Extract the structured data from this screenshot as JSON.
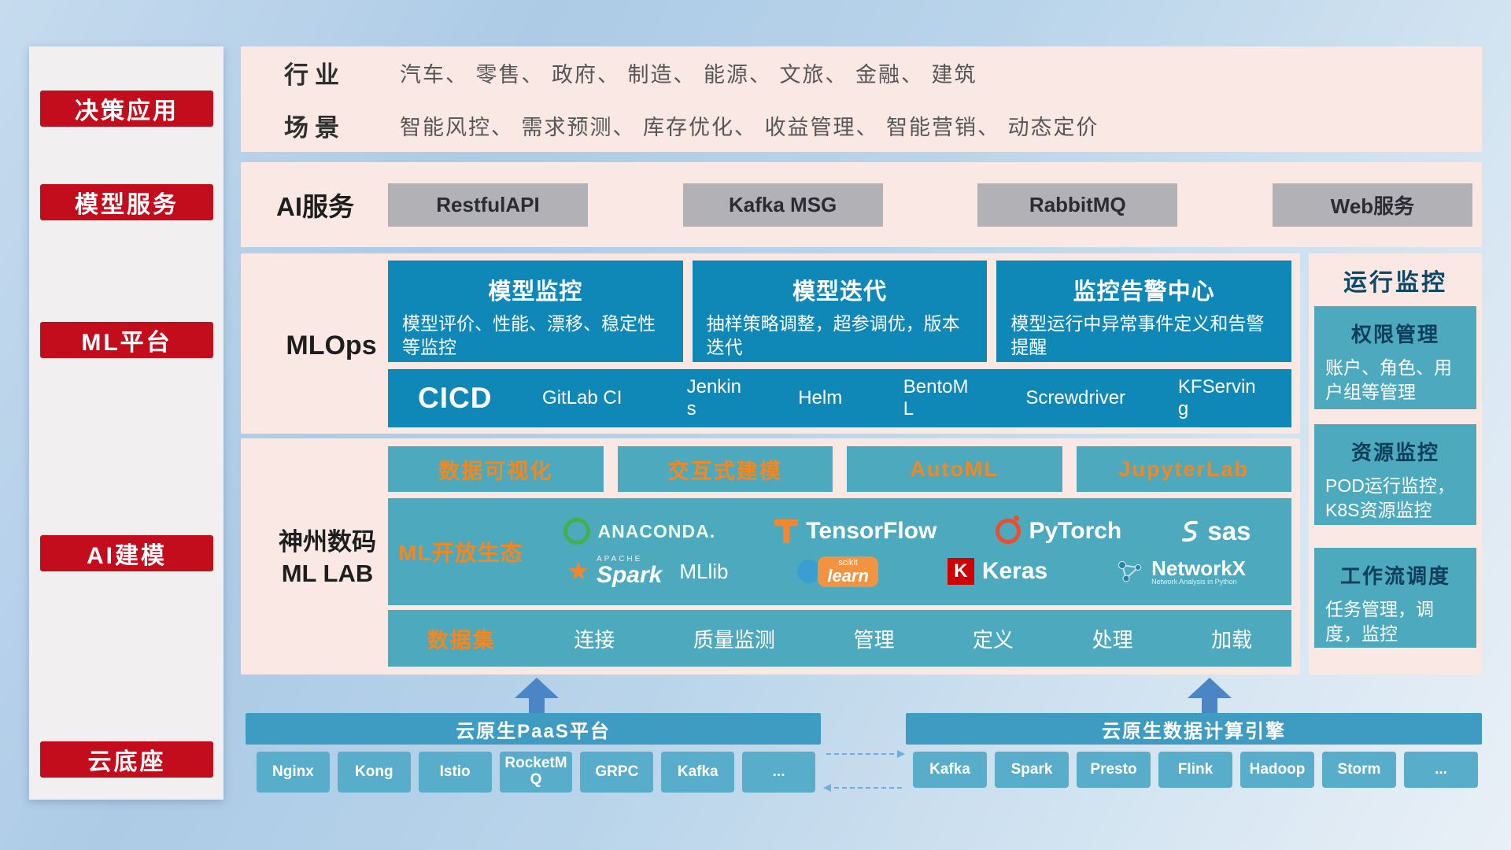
{
  "colors": {
    "sidebar_red": "#c30d1c",
    "band_pink": "#fae8e4",
    "dark_teal": "#0f87b7",
    "light_teal": "#4da9bd",
    "orange_accent": "#f5871f",
    "bar_teal": "#3e9cc3",
    "button_teal": "#58adca",
    "gray_button": "#b2b1b5",
    "arrow_blue": "#4a86c6"
  },
  "sidebar": {
    "items": [
      {
        "label": "决策应用"
      },
      {
        "label": "模型服务"
      },
      {
        "label": "ML平台"
      },
      {
        "label": "AI建模"
      },
      {
        "label": "云底座"
      }
    ]
  },
  "industry_band": {
    "row1_label": "行业",
    "row1_text": "汽车、 零售、 政府、 制造、 能源、 文旅、 金融、 建筑",
    "row2_label": "场景",
    "row2_text": "智能风控、 需求预测、 库存优化、 收益管理、 智能营销、 动态定价"
  },
  "ai_service_band": {
    "label": "AI服务",
    "services": [
      "RestfulAPI",
      "Kafka MSG",
      "RabbitMQ",
      "Web服务"
    ]
  },
  "mlops_band": {
    "label": "MLOps",
    "cards": [
      {
        "title": "模型监控",
        "desc": "模型评价、性能、漂移、稳定性等监控"
      },
      {
        "title": "模型迭代",
        "desc": "抽样策略调整，超参调优，版本迭代"
      },
      {
        "title": "监控告警中心",
        "desc": "模型运行中异常事件定义和告警提醒"
      }
    ],
    "cicd": {
      "label": "CICD",
      "tools": [
        "GitLab CI",
        "Jenkins",
        "Helm",
        "BentoML",
        "Screwdriver",
        "KFServing"
      ]
    }
  },
  "mllab_band": {
    "label_line1": "神州数码",
    "label_line2": "ML LAB",
    "top_tools": [
      "数据可视化",
      "交互式建模",
      "AutoML",
      "JupyterLab"
    ],
    "ecosystem": {
      "label": "ML开放生态",
      "anaconda": {
        "text": "ANACONDA."
      },
      "tensorflow": {
        "text": "TensorFlow"
      },
      "pytorch": {
        "text": "PyTorch"
      },
      "sas": {
        "text": "sas"
      },
      "spark": {
        "apache": "APACHE",
        "text": "Spark",
        "mllib": "MLlib"
      },
      "scikit": {
        "top": "scikit",
        "text": "learn"
      },
      "keras": {
        "k": "K",
        "text": "Keras"
      },
      "networkx": {
        "text": "NetworkX",
        "subtitle": "Network Analysis in Python"
      }
    },
    "dataset_row": {
      "label": "数据集",
      "items": [
        "连接",
        "质量监测",
        "管理",
        "定义",
        "处理",
        "加载"
      ]
    }
  },
  "monitor_panel": {
    "title": "运行监控",
    "cards": [
      {
        "title": "权限管理",
        "desc": "账户、角色、用户组等管理"
      },
      {
        "title": "资源监控",
        "desc": "POD运行监控，K8S资源监控"
      },
      {
        "title": "工作流调度",
        "desc": "任务管理，调度，监控"
      }
    ]
  },
  "foundation": {
    "paas": {
      "title": "云原生PaaS平台",
      "items": [
        "Nginx",
        "Kong",
        "Istio",
        "RocketMQ",
        "GRPC",
        "Kafka",
        "..."
      ]
    },
    "data_engine": {
      "title": "云原生数据计算引擎",
      "items": [
        "Kafka",
        "Spark",
        "Presto",
        "Flink",
        "Hadoop",
        "Storm",
        "..."
      ]
    }
  }
}
